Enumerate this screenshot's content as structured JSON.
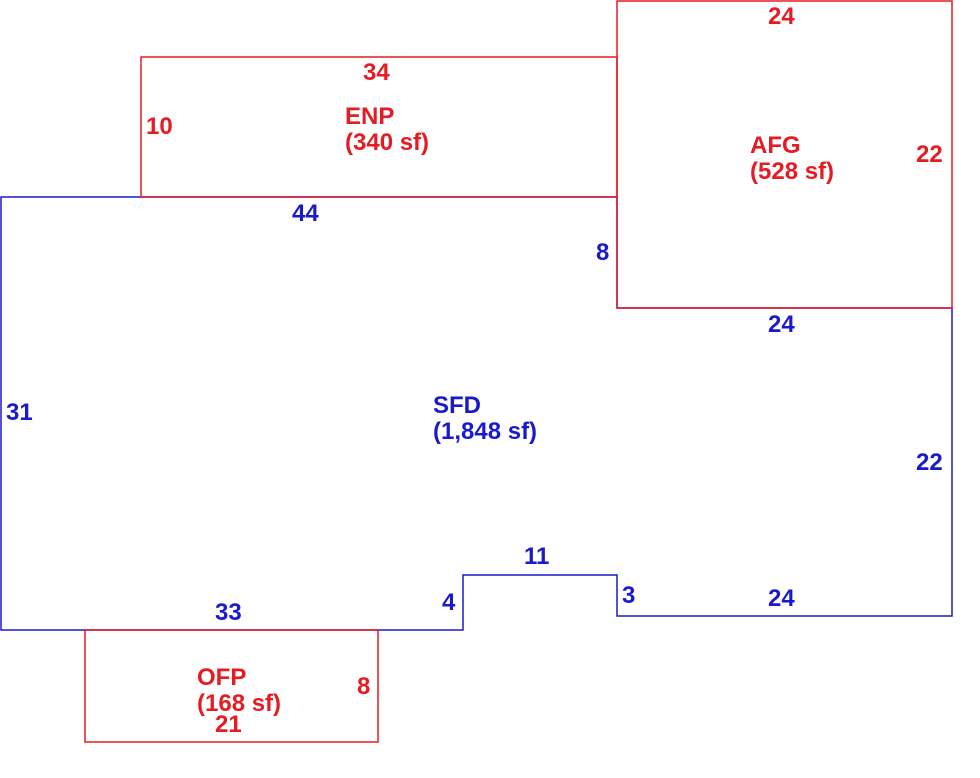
{
  "colors": {
    "red": "#e51c23",
    "blue": "#1a1acc",
    "background": "#ffffff"
  },
  "areas": {
    "sfd": {
      "code": "SFD",
      "area": "(1,848 sf)"
    },
    "enp": {
      "code": "ENP",
      "area": "(340 sf)"
    },
    "afg": {
      "code": "AFG",
      "area": "(528 sf)"
    },
    "ofp": {
      "code": "OFP",
      "area": "(168 sf)"
    }
  },
  "dimensions": {
    "sfd_top": "44",
    "sfd_left": "31",
    "sfd_bottom_left": "33",
    "sfd_notch_left": "4",
    "sfd_notch_top": "11",
    "sfd_notch_right": "3",
    "sfd_bottom_right": "24",
    "sfd_right": "22",
    "sfd_upper_right": "24",
    "sfd_step": "8",
    "enp_top": "34",
    "enp_left": "10",
    "afg_top": "24",
    "afg_right": "22",
    "ofp_right": "8",
    "ofp_bottom": "21"
  }
}
